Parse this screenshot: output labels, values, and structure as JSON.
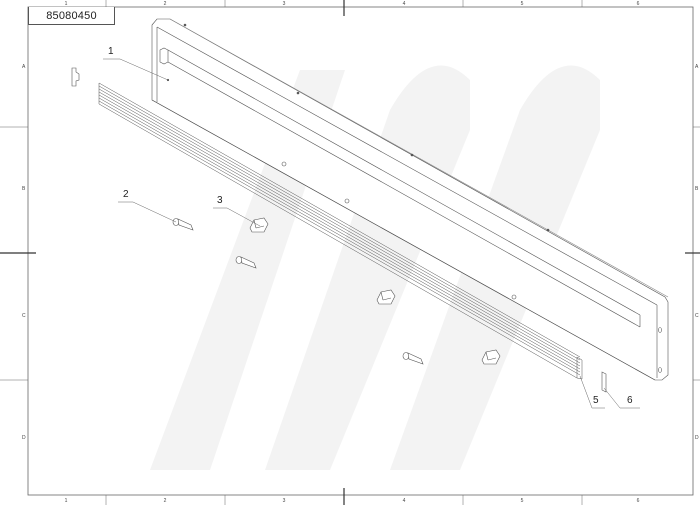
{
  "drawing": {
    "part_number": "85080450",
    "zones_horizontal": [
      "1",
      "2",
      "3",
      "4",
      "5",
      "6"
    ],
    "zones_vertical": [
      "A",
      "B",
      "C",
      "D"
    ],
    "callouts": [
      {
        "label": "1",
        "part": "cabinet-panel"
      },
      {
        "label": "2",
        "part": "hinge-latch"
      },
      {
        "label": "3",
        "part": "mounting-clip"
      },
      {
        "label": "5",
        "part": "aluminum-profile-rail"
      },
      {
        "label": "6",
        "part": "end-cap"
      }
    ]
  },
  "colors": {
    "line": "#555555",
    "watermark": "#f4f4f4",
    "text": "#222222"
  }
}
